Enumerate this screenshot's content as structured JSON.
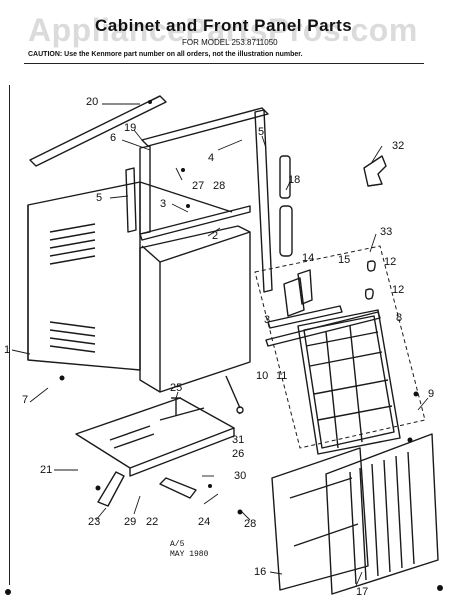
{
  "header": {
    "watermark": "AppliancePartsPros.com",
    "title": "Cabinet and Front Panel Parts",
    "model": "FOR MODEL 253.8711050",
    "caution": "CAUTION: Use the Kenmore part number on all orders, not the illustration number."
  },
  "callouts": [
    "20",
    "19",
    "6",
    "4",
    "5",
    "32",
    "5",
    "27",
    "28",
    "18",
    "3",
    "2",
    "33",
    "14",
    "15",
    "12",
    "12",
    "3",
    "8",
    "1",
    "10",
    "11",
    "7",
    "25",
    "9",
    "31",
    "26",
    "21",
    "30",
    "23",
    "29",
    "22",
    "24",
    "28",
    "16",
    "17"
  ],
  "footer": {
    "line1": "A/5",
    "line2": "MAY 1980"
  }
}
